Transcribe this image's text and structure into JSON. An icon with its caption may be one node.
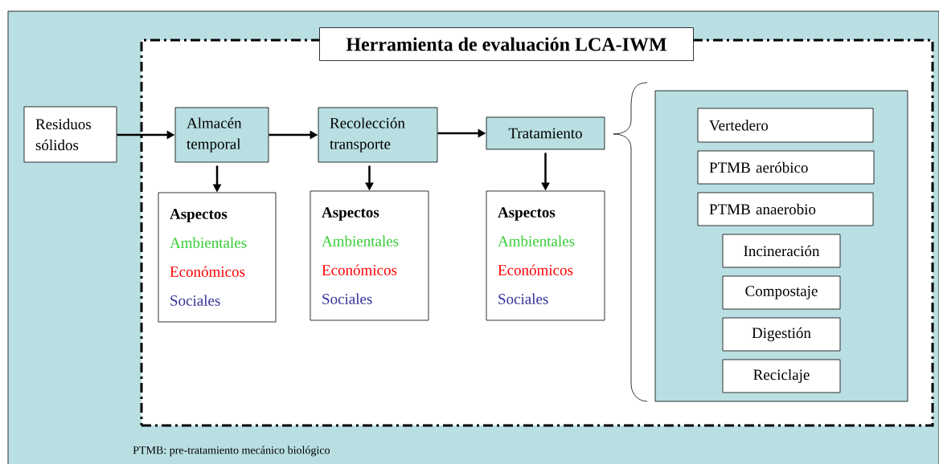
{
  "diagram": {
    "nodes": [
      {
        "text": [
          "Herramienta de evaluación  LCA-IWM"
        ]
      },
      {
        "text": [
          "Residuos sólidos"
        ]
      },
      {
        "text": [
          "Almacén temporal"
        ],
        "in": 0
      },
      {
        "text": [
          "Recolección transporte"
        ],
        "in": 0
      },
      {
        "text": [
          "Tratamiento"
        ],
        "in": 0
      },
      {
        "text": [
          "Aspectos",
          "Ambientales",
          "Económicos",
          "Sociales"
        ],
        "in": 0
      },
      {
        "text": [
          "Aspectos",
          "Ambientales",
          "Económicos",
          "Sociales"
        ],
        "in": 0
      },
      {
        "text": [
          "Aspectos",
          "Ambientales",
          "Económicos",
          "Sociales"
        ],
        "in": 0
      },
      {
        "text": [],
        "shape": "box",
        "in": 0
      },
      {
        "text": [
          "Vertedero"
        ],
        "in": 8
      },
      {
        "text": [
          "PTMB aeróbico"
        ],
        "in": 8
      },
      {
        "text": [
          "PTMB anaerobio"
        ],
        "in": 8
      },
      {
        "text": [
          "Incineración"
        ],
        "in": 8
      },
      {
        "text": [
          "Compostaje"
        ],
        "in": 8
      },
      {
        "text": [
          "Digestión"
        ],
        "in": 8
      },
      {
        "text": [
          "Reciclaje"
        ],
        "in": 8
      }
    ],
    "edges": [
      {
        "from": 1,
        "to": 2,
        "arrow": "to"
      },
      {
        "from": 2,
        "to": 3,
        "arrow": "to"
      },
      {
        "from": 3,
        "to": 4,
        "arrow": "to"
      },
      {
        "from": 2,
        "to": 5,
        "arrow": "to"
      },
      {
        "from": 3,
        "to": 6,
        "arrow": "to"
      },
      {
        "from": 4,
        "to": 7,
        "arrow": "to"
      }
    ],
    "labels": [
      "PTMB: pre-tratamiento mecánico biológico"
    ]
  }
}
